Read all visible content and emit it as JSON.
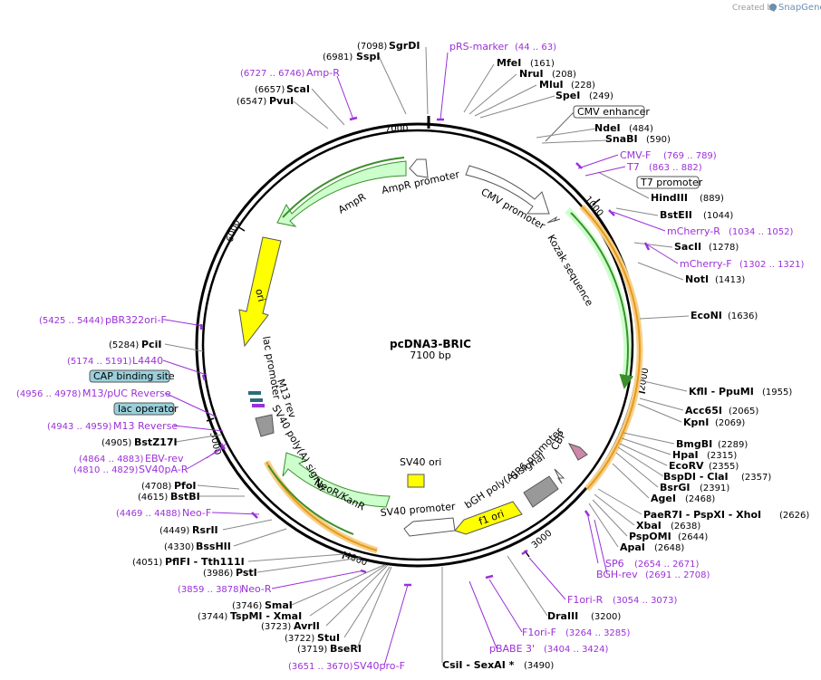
{
  "credit": {
    "prefix": "Created by",
    "brand": "SnapGene"
  },
  "plasmid": {
    "name": "pcDNA3-BRIC",
    "size": "7100 bp"
  },
  "ticks": [
    "1000",
    "2000",
    "3000",
    "4000",
    "5000",
    "6000",
    "7000"
  ],
  "features": {
    "cmv_enhancer": "CMV enhancer",
    "cmv_promoter": "CMV promoter",
    "t7_promoter": "T7 promoter",
    "kozak": "Kozak sequence",
    "cbp": "CBP",
    "sp6_promoter": "SP6 promoter",
    "bgh": "bGH poly(A) signal",
    "f1_ori": "f1 ori",
    "sv40_promoter": "SV40 promoter",
    "sv40_ori": "SV40 ori",
    "neor": "NeoR/KanR",
    "sv40_polya": "SV40 poly(A) signal",
    "m13_rev": "M13 rev",
    "lac_promoter": "lac promoter",
    "ori": "ori",
    "ampr": "AmpR",
    "ampr_promoter": "AmpR promoter",
    "cap_site": "CAP binding site",
    "lac_operator": "lac operator"
  },
  "sites": [
    {
      "name": "SgrDI",
      "pos": "(7098)"
    },
    {
      "name": "SspI",
      "pos": "(6981)"
    },
    {
      "name": "ScaI",
      "pos": "(6657)"
    },
    {
      "name": "PvuI",
      "pos": "(6547)"
    },
    {
      "name": "MfeI",
      "pos": "(161)"
    },
    {
      "name": "NruI",
      "pos": "(208)"
    },
    {
      "name": "MluI",
      "pos": "(228)"
    },
    {
      "name": "SpeI",
      "pos": "(249)"
    },
    {
      "name": "NdeI",
      "pos": "(484)"
    },
    {
      "name": "SnaBI",
      "pos": "(590)"
    },
    {
      "name": "HindIII",
      "pos": "(889)"
    },
    {
      "name": "BstEII",
      "pos": "(1044)"
    },
    {
      "name": "SacII",
      "pos": "(1278)"
    },
    {
      "name": "NotI",
      "pos": "(1413)"
    },
    {
      "name": "EcoNI",
      "pos": "(1636)"
    },
    {
      "name": "KflI - PpuMI",
      "pos": "(1955)"
    },
    {
      "name": "Acc65I",
      "pos": "(2065)"
    },
    {
      "name": "KpnI",
      "pos": "(2069)"
    },
    {
      "name": "BmgBI",
      "pos": "(2289)"
    },
    {
      "name": "HpaI",
      "pos": "(2315)"
    },
    {
      "name": "EcoRV",
      "pos": "(2355)"
    },
    {
      "name": "BspDI - ClaI",
      "pos": "(2357)"
    },
    {
      "name": "BsrGI",
      "pos": "(2391)"
    },
    {
      "name": "AgeI",
      "pos": "(2468)"
    },
    {
      "name": "PaeR7I - PspXI - XhoI",
      "pos": "(2626)"
    },
    {
      "name": "XbaI",
      "pos": "(2638)"
    },
    {
      "name": "PspOMI",
      "pos": "(2644)"
    },
    {
      "name": "ApaI",
      "pos": "(2648)"
    },
    {
      "name": "DraIII",
      "pos": "(3200)"
    },
    {
      "name": "CsiI - SexAI *",
      "pos": "(3490)"
    },
    {
      "name": "BseRI",
      "pos": "(3719)"
    },
    {
      "name": "StuI",
      "pos": "(3722)"
    },
    {
      "name": "AvrII",
      "pos": "(3723)"
    },
    {
      "name": "TspMI - XmaI",
      "pos": "(3744)"
    },
    {
      "name": "SmaI",
      "pos": "(3746)"
    },
    {
      "name": "PstI",
      "pos": "(3986)"
    },
    {
      "name": "PflFI - Tth111I",
      "pos": "(4051)"
    },
    {
      "name": "BssHII",
      "pos": "(4330)"
    },
    {
      "name": "RsrII",
      "pos": "(4449)"
    },
    {
      "name": "BstBI",
      "pos": "(4615)"
    },
    {
      "name": "PfoI",
      "pos": "(4708)"
    },
    {
      "name": "BstZ17I",
      "pos": "(4905)"
    },
    {
      "name": "PciI",
      "pos": "(5284)"
    }
  ],
  "primers": [
    {
      "name": "pRS-marker",
      "pos": "(44 .. 63)"
    },
    {
      "name": "Amp-R",
      "pos": "(6727 .. 6746)"
    },
    {
      "name": "CMV-F",
      "pos": "(769 .. 789)"
    },
    {
      "name": "T7",
      "pos": "(863 .. 882)"
    },
    {
      "name": "mCherry-R",
      "pos": "(1034 .. 1052)"
    },
    {
      "name": "mCherry-F",
      "pos": "(1302 .. 1321)"
    },
    {
      "name": "SP6",
      "pos": "(2654 .. 2671)"
    },
    {
      "name": "BGH-rev",
      "pos": "(2691 .. 2708)"
    },
    {
      "name": "F1ori-R",
      "pos": "(3054 .. 3073)"
    },
    {
      "name": "F1ori-F",
      "pos": "(3264 .. 3285)"
    },
    {
      "name": "pBABE 3'",
      "pos": "(3404 .. 3424)"
    },
    {
      "name": "SV40pro-F",
      "pos": "(3651 .. 3670)"
    },
    {
      "name": "Neo-R",
      "pos": "(3859 .. 3878)"
    },
    {
      "name": "Neo-F",
      "pos": "(4469 .. 4488)"
    },
    {
      "name": "SV40pA-R",
      "pos": "(4810 .. 4829)"
    },
    {
      "name": "EBV-rev",
      "pos": "(4864 .. 4883)"
    },
    {
      "name": "M13 Reverse",
      "pos": "(4943 .. 4959)"
    },
    {
      "name": "M13/pUC Reverse",
      "pos": "(4956 .. 4978)"
    },
    {
      "name": "L4440",
      "pos": "(5174 .. 5191)"
    },
    {
      "name": "pBR322ori-F",
      "pos": "(5425 .. 5444)"
    }
  ],
  "colors": {
    "backbone": "#000000",
    "primer": "#9b30d9",
    "promoter_fill": "#ffffff",
    "cds_fill": "#ccffcc",
    "cds_stroke": "#3b8f2a",
    "ori_fill": "#ffff00",
    "orf_line": "#e89a1a",
    "polya_fill": "#999999",
    "cbp_fill": "#cc88aa",
    "misc_box": "#9ad0dc"
  }
}
